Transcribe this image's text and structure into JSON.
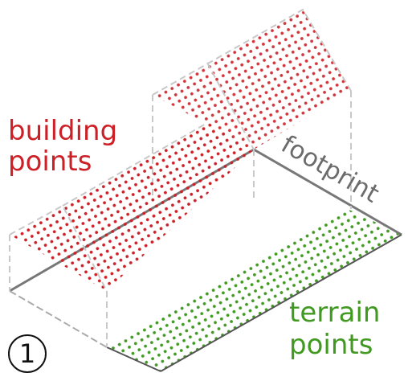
{
  "labels": {
    "building": [
      "building",
      "points"
    ],
    "footprint": "footprint",
    "terrain": [
      "terrain",
      "points"
    ],
    "step": "1"
  },
  "colors": {
    "building_points": "#cc1f26",
    "terrain_points": "#3f9a1f",
    "footprint_line": "#777777",
    "dashed_edges": "#c8c8c8",
    "step_badge": "#111111"
  }
}
